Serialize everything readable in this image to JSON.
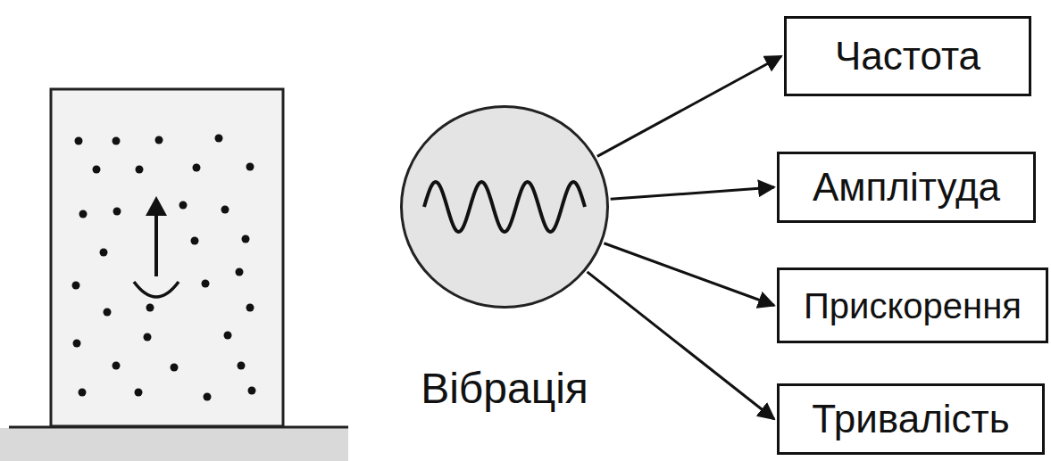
{
  "diagram": {
    "nodes": [
      {
        "text": [
          "Вібрація"
        ]
      },
      {
        "text": [
          "Частота"
        ]
      },
      {
        "text": [
          "Амплітуда"
        ]
      },
      {
        "text": [
          "Прискорення"
        ]
      },
      {
        "text": [
          "Тривалість"
        ]
      }
    ],
    "edges": [
      {
        "from": 0,
        "to": 1,
        "arrow": "to"
      },
      {
        "from": 0,
        "to": 2,
        "arrow": "to"
      },
      {
        "from": 0,
        "to": 3,
        "arrow": "to"
      },
      {
        "from": 0,
        "to": 4,
        "arrow": "to"
      }
    ]
  }
}
